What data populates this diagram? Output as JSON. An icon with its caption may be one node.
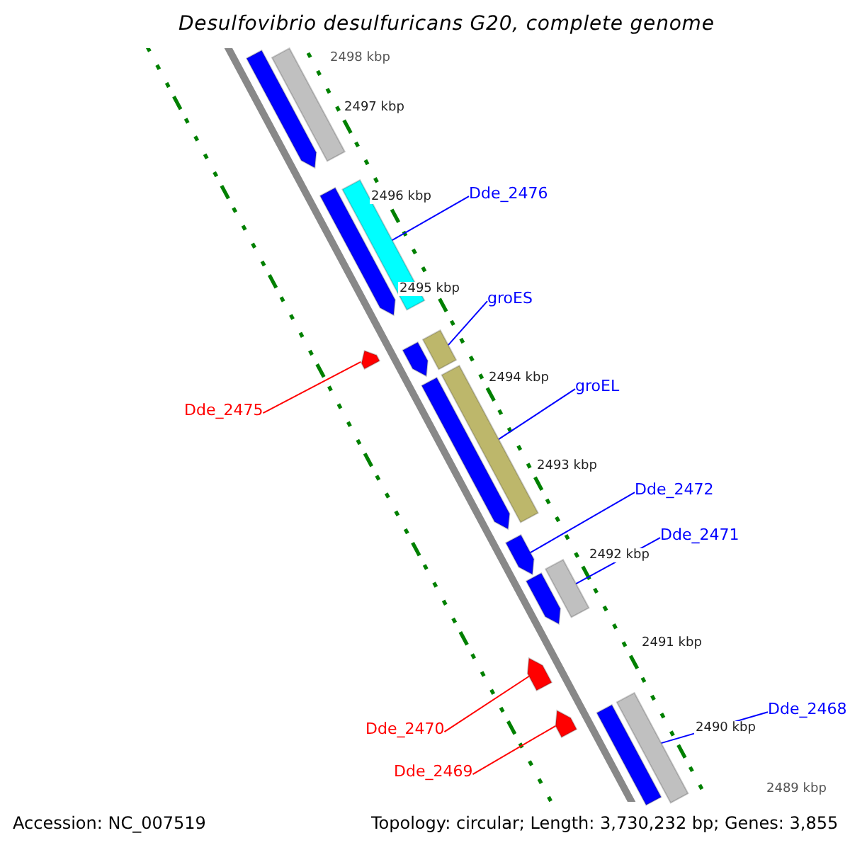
{
  "diagram": {
    "title": "Desulfovibrio desulfuricans G20, complete genome",
    "nodes": [
      {
        "text": [
          "Dde_2476"
        ]
      },
      {
        "text": [
          "groES"
        ]
      },
      {
        "text": [
          "groEL"
        ]
      },
      {
        "text": [
          "Dde_2475"
        ]
      },
      {
        "text": [
          "Dde_2472"
        ]
      },
      {
        "text": [
          "Dde_2471"
        ]
      },
      {
        "text": [
          "Dde_2468"
        ]
      },
      {
        "text": [
          "Dde_2470"
        ]
      },
      {
        "text": [
          "Dde_2469"
        ]
      },
      {
        "text": [],
        "shape": "bar"
      },
      {
        "text": [],
        "shape": "bar"
      },
      {
        "text": [],
        "shape": "bar"
      },
      {
        "text": [],
        "shape": "pentagon"
      },
      {
        "text": [],
        "shape": "pentagon"
      },
      {
        "text": [],
        "shape": "bar"
      },
      {
        "text": [],
        "shape": "bar"
      },
      {
        "text": [],
        "shape": "pentagon"
      },
      {
        "text": [],
        "shape": "pentagon"
      },
      {
        "text": [],
        "shape": "pentagon"
      },
      {
        "text": [],
        "shape": "bar"
      },
      {
        "text": [],
        "shape": "pentagon"
      },
      {
        "text": [],
        "shape": "pentagon"
      },
      {
        "text": [],
        "shape": "pentagon"
      },
      {
        "text": [],
        "shape": "pentagon"
      },
      {
        "text": [],
        "shape": "bar"
      }
    ],
    "edges": [
      {
        "from": 0,
        "to": 9,
        "arrow": "none"
      },
      {
        "from": 1,
        "to": 10,
        "arrow": "none"
      },
      {
        "from": 2,
        "to": 11,
        "arrow": "none"
      },
      {
        "from": 3,
        "to": 12,
        "arrow": "none",
        "color": "#ff0000"
      },
      {
        "from": 4,
        "to": 13,
        "arrow": "none"
      },
      {
        "from": 5,
        "to": 14,
        "arrow": "none"
      },
      {
        "from": 6,
        "to": 15,
        "arrow": "none"
      },
      {
        "from": 7,
        "to": 16,
        "arrow": "none",
        "color": "#ff0000"
      },
      {
        "from": 8,
        "to": 17,
        "arrow": "none",
        "color": "#ff0000"
      }
    ],
    "labels": [
      "2498 kbp",
      "2497 kbp",
      "2496 kbp",
      "2495 kbp",
      "2494 kbp",
      "2493 kbp",
      "2492 kbp",
      "2491 kbp",
      "2490 kbp",
      "2489 kbp",
      "Accession: NC_007519",
      "Topology: circular; Length: 3,730,232 bp; Genes: 3,855"
    ]
  }
}
